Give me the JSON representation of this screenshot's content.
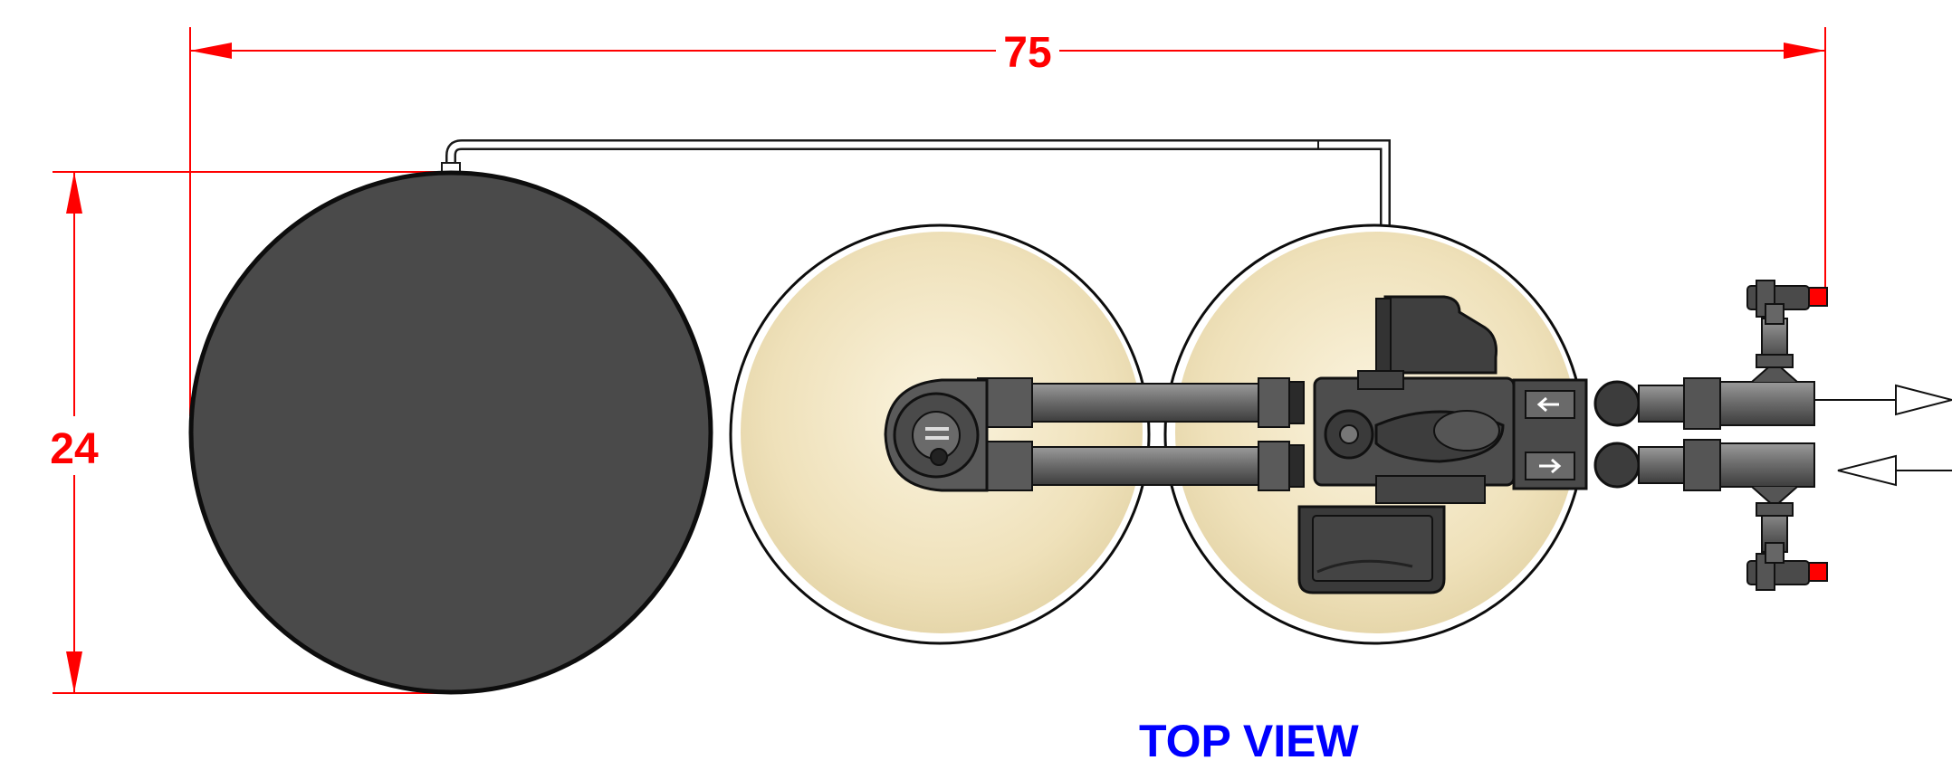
{
  "dimensions": {
    "width_label": "75",
    "height_label": "24"
  },
  "view_title": "TOP VIEW",
  "colors": {
    "dimension": "#ff0000",
    "title": "#0000ff",
    "brine_tank": "#4a4a4a",
    "resin_tank": "#f2e6c4",
    "fitting": "#555555",
    "valve_handle": "#ff0000"
  }
}
